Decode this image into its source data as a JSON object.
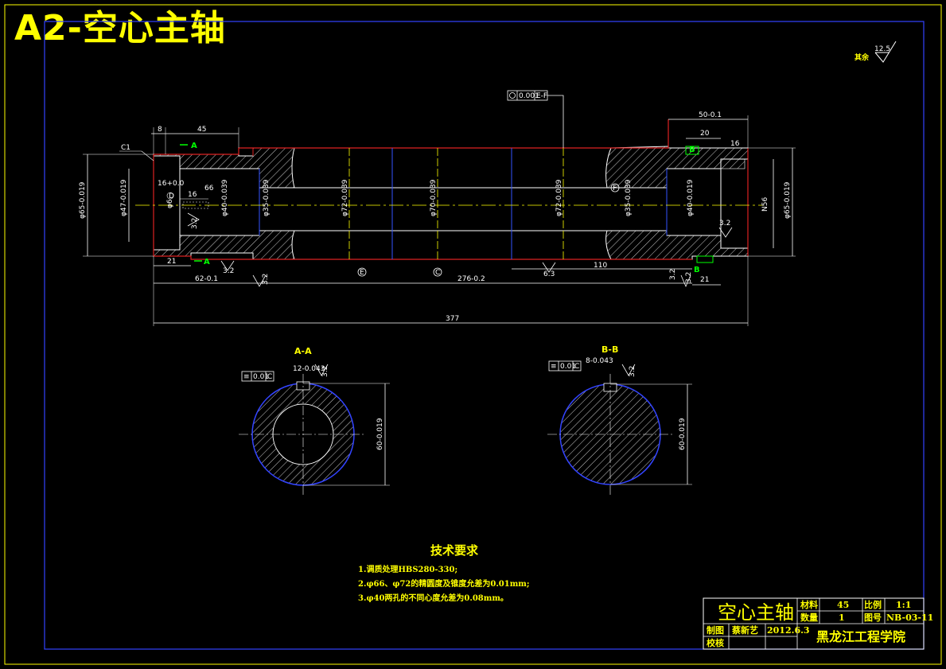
{
  "sheet_title": "A2-空心主轴",
  "roughness_rest": {
    "label": "其余",
    "value": "12.5"
  },
  "geom_tolerance_top": {
    "value": "0.001",
    "datum": "E-F"
  },
  "main_view": {
    "dims_top": [
      "8",
      "45",
      "50-0.1",
      "20",
      "16"
    ],
    "chamfer": "C1",
    "dims_left": [
      "φ65-0.019",
      "φ47-0.019",
      "φ40-0.039",
      "φ35-0.039",
      "φ6"
    ],
    "dims_center": [
      "φ72-0.039",
      "φ70-0.039",
      "φ72-0.039"
    ],
    "dims_right": [
      "φ35-0.039",
      "φ40-0.019",
      "N56",
      "φ65-0.019"
    ],
    "inner_dims": [
      "16+0.0",
      "16",
      "66"
    ],
    "dims_bottom": [
      "21",
      "3.2",
      "62-0.1",
      "6.3",
      "276-0.2",
      "110",
      "3.2",
      "21",
      "377"
    ],
    "roughness": [
      "3.2",
      "3.2",
      "3.2",
      "3.2"
    ],
    "datum_marks": [
      "E",
      "C",
      "F",
      "D"
    ],
    "section_marks": [
      "A",
      "A",
      "B",
      "B"
    ]
  },
  "section_aa": {
    "label": "A-A",
    "tolerance": {
      "value": "0.01",
      "datum": "C"
    },
    "keyway": "12-0.043",
    "roughness": "3.2",
    "diameter": "60-0.019"
  },
  "section_bb": {
    "label": "B-B",
    "tolerance": {
      "value": "0.01",
      "datum": "C"
    },
    "keyway": "8-0.043",
    "roughness": "3.2",
    "diameter": "60-0.019"
  },
  "tech_requirements": {
    "title": "技术要求",
    "items": [
      "1.调质处理HBS280-330;",
      "2.φ66、φ72的精圆度及锥度允差为0.01mm;",
      "3.φ40两孔的不同心度允差为0.08mm。"
    ]
  },
  "title_block": {
    "part_name": "空心主轴",
    "material_label": "材料",
    "material_value": "45",
    "scale_label": "比例",
    "scale_value": "1:1",
    "quantity_label": "数量",
    "quantity_value": "1",
    "drawing_no_label": "图号",
    "drawing_no_value": "NB-03-11",
    "drawn_label": "制图",
    "drawn_by": "蔡新艺",
    "date": "2012.6.3",
    "check_label": "校核",
    "school": "黑龙江工程学院"
  }
}
